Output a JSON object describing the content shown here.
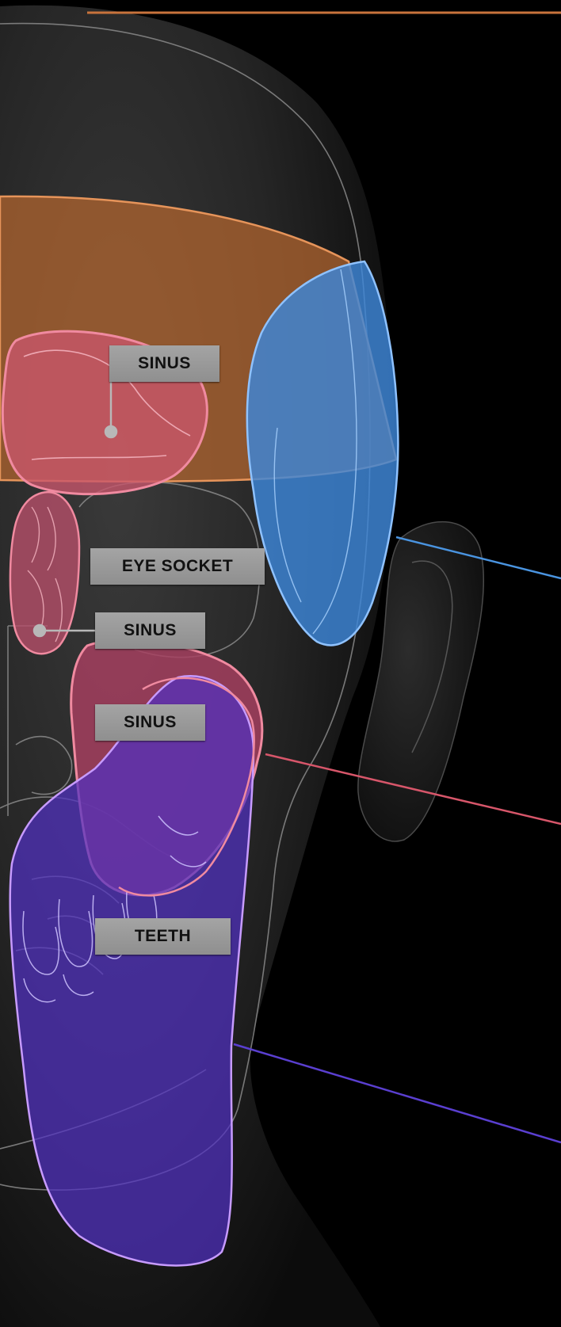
{
  "labels": {
    "sinus_upper": "SINUS",
    "eye_socket": "EYE SOCKET",
    "sinus_middle": "SINUS",
    "sinus_lower": "SINUS",
    "teeth": "TEETH"
  },
  "colors": {
    "background": "#000000",
    "forehead_band": "#c0703a",
    "temple_region": "#3d86d8",
    "sinus_region": "#e0677e",
    "jaw_region": "#5a35c8",
    "label_background": "#9a9a9a",
    "label_text": "#111111"
  }
}
